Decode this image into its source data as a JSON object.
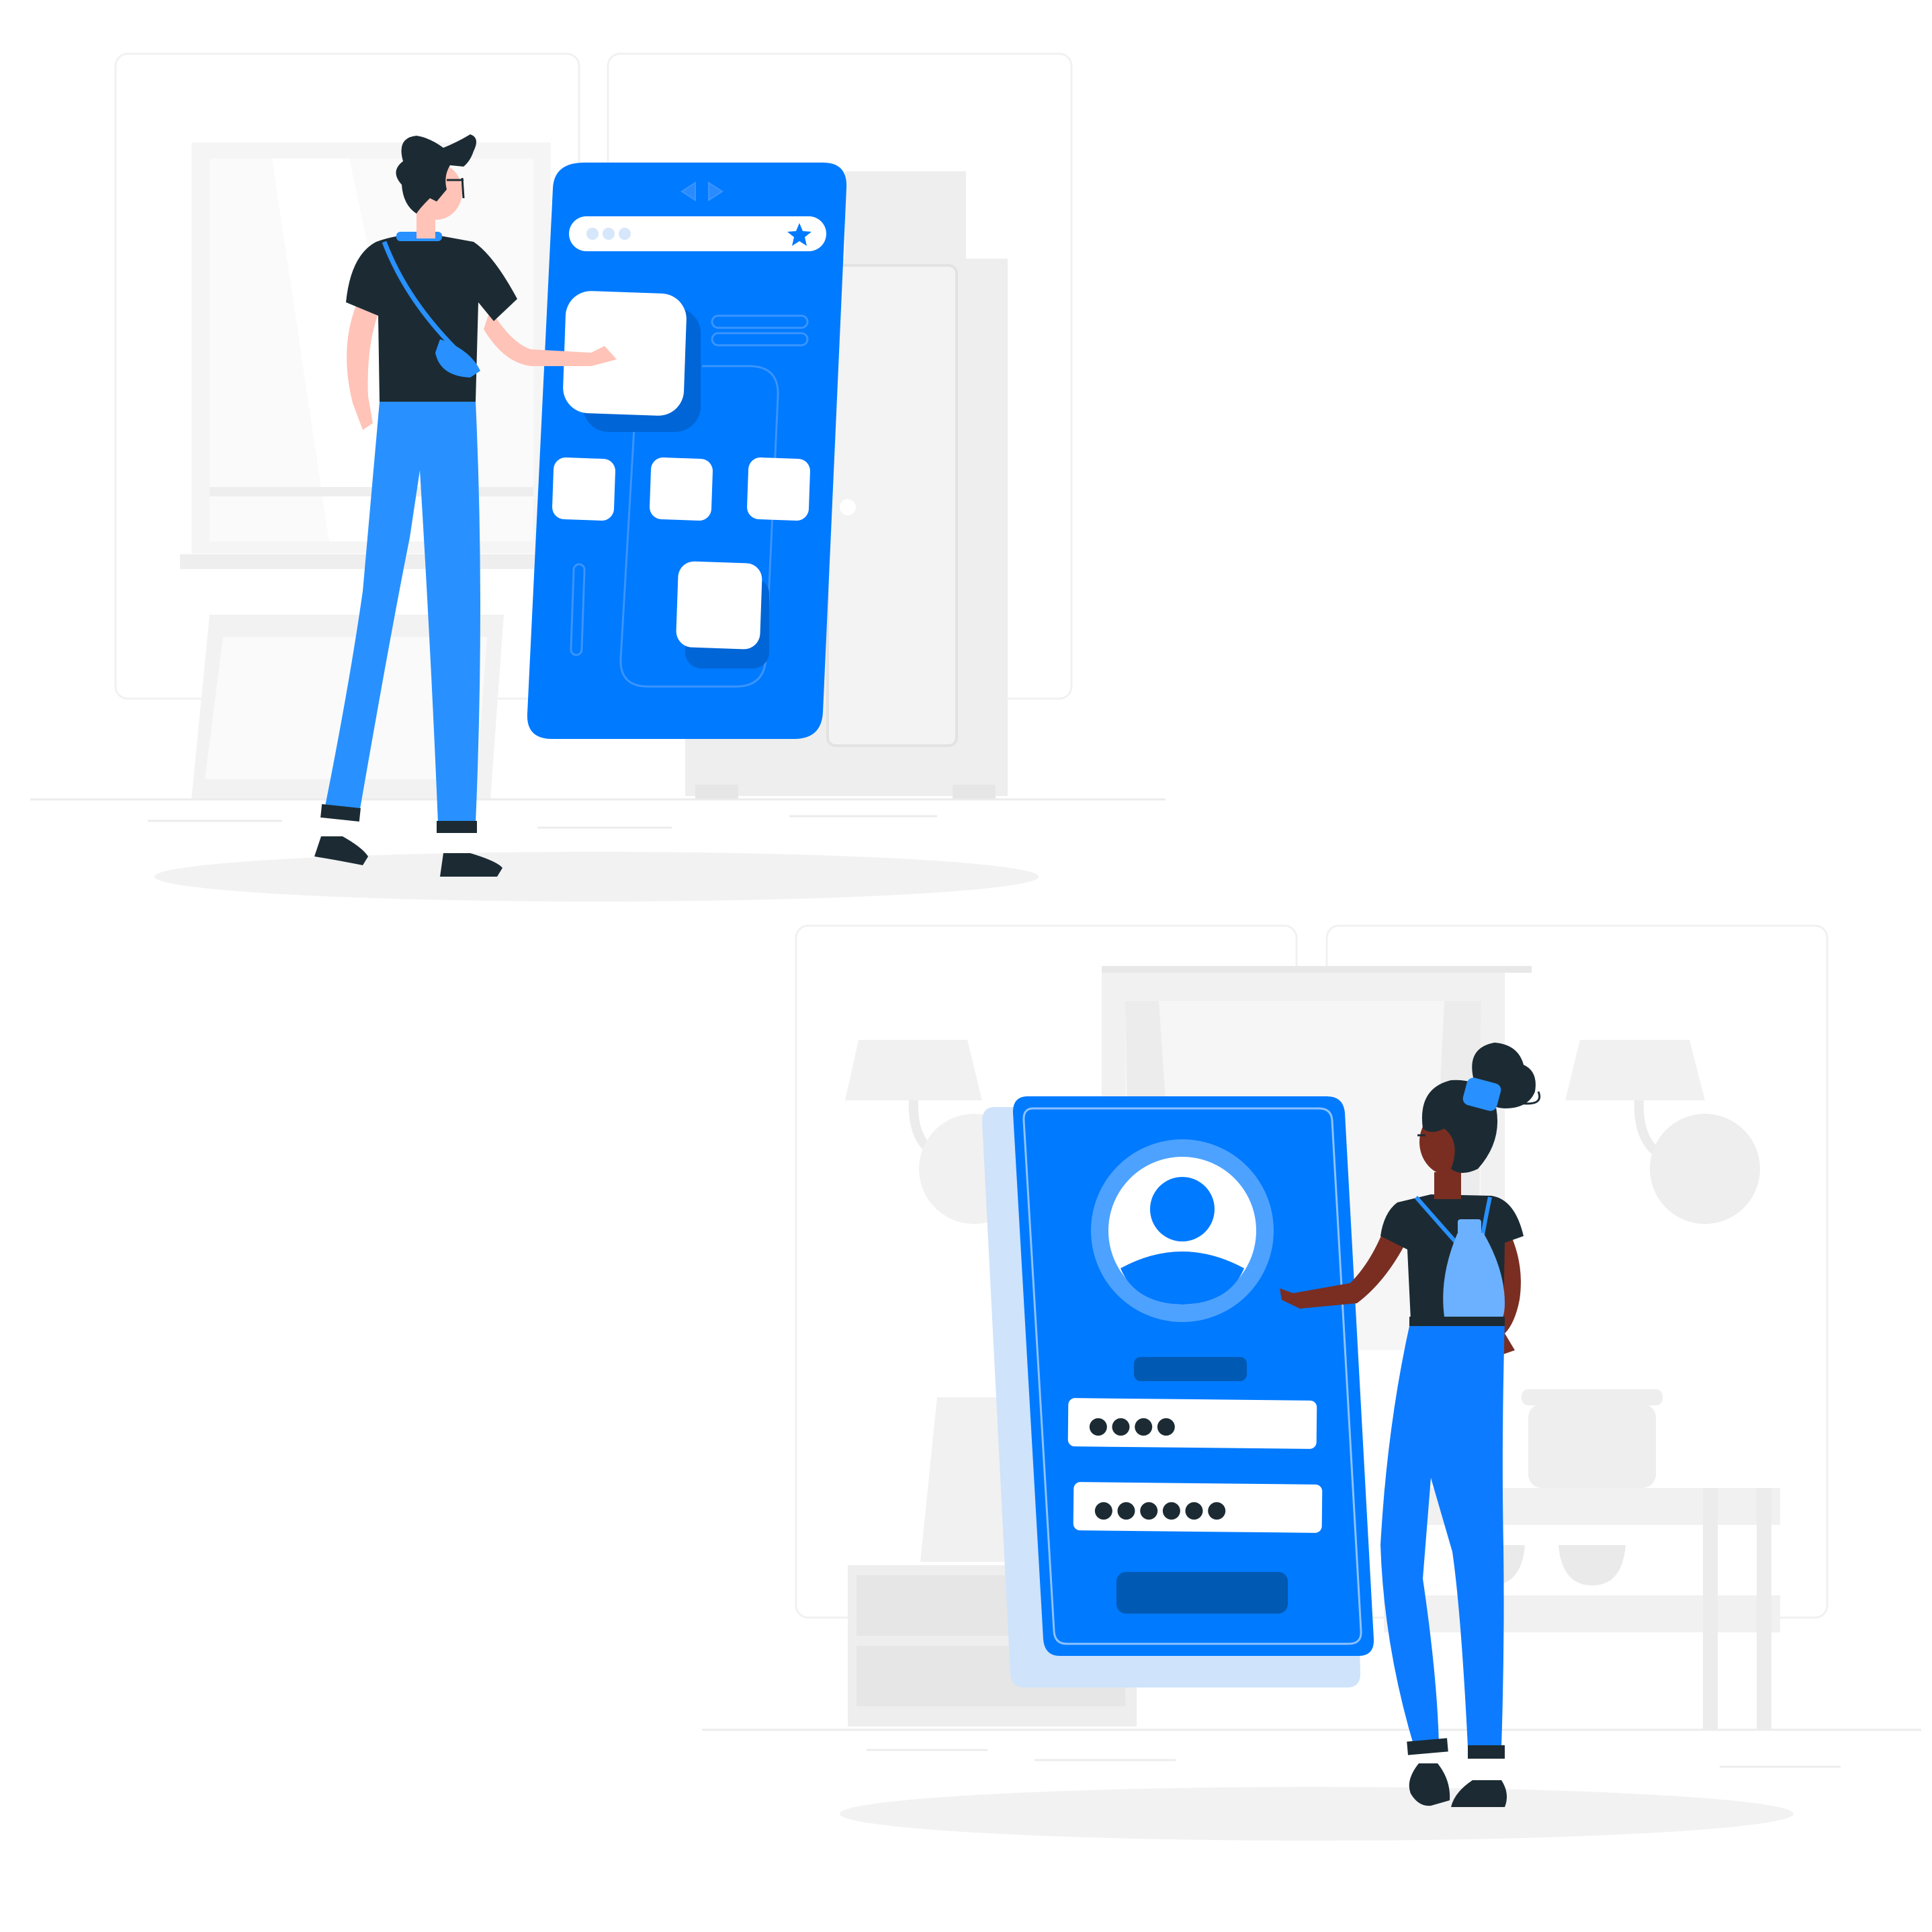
{
  "colors": {
    "background": "#ffffff",
    "room_light": "#f5f5f5",
    "room_mid": "#ececec",
    "room_line": "#e0e0e0",
    "floor_shadow": "#f2f2f2",
    "phone_blue": "#007aff",
    "phone_blue_dark": "#0059b3",
    "phone_blue_light": "#cfe3fb",
    "avatar_ring": "#4da2ff",
    "card_white": "#ffffff",
    "shirt": "#1c2b33",
    "pants_man": "#2891ff",
    "pants_woman": "#0d7bff",
    "skin_man": "#ffc3b8",
    "skin_woman": "#7a2e22",
    "backpack": "#6cb1ff",
    "dots": "#1c2b33"
  },
  "scene_top": {
    "phone": {
      "nav_icon": "left-right-arrows-icon",
      "address_bar_icon": "star-icon",
      "dots_icon": "three-dots-icon",
      "tiles": 5
    },
    "person": "man-with-crossbody-bag"
  },
  "scene_bottom": {
    "login_phone": {
      "avatar_icon": "user-avatar-icon",
      "pin_mask": "●●●●",
      "password_mask": "●●●●●●"
    },
    "person": "woman-with-backpack"
  }
}
